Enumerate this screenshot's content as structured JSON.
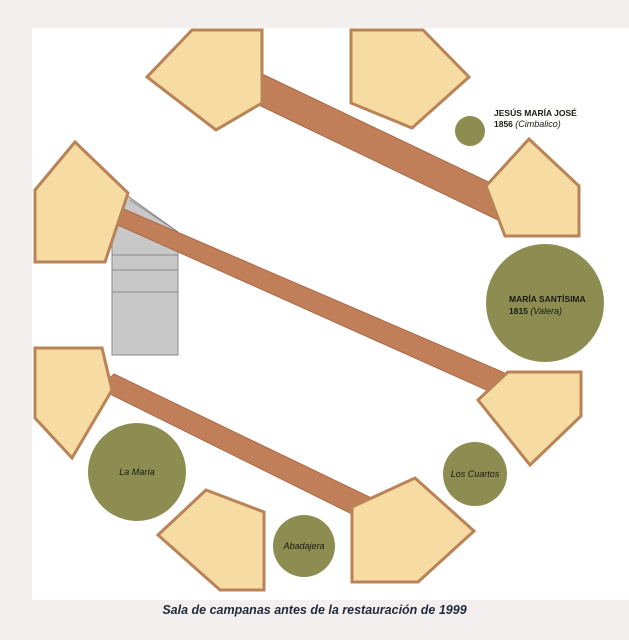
{
  "caption": "Sala de campanas antes de la restauración de 1999",
  "colors": {
    "background": "#ffffff",
    "page_margin": "#f4efef",
    "pillar_fill": "#f6dba2",
    "pillar_border": "#b98358",
    "beam": "#c07f59",
    "bell": "#8d8d52",
    "staircase": "#c8c8c8"
  },
  "bells": [
    {
      "id": "jesus",
      "name": "JESÚS MARÍA JOSÉ",
      "year": "1856",
      "maker": "(Cimbalico)"
    },
    {
      "id": "maria-santisima",
      "name": "MARÍA SANTÍSIMA",
      "year": "1815",
      "maker": "(Valera)"
    },
    {
      "id": "los-cuartos",
      "name": "Los Cuartos"
    },
    {
      "id": "la-maria",
      "name": "La María"
    },
    {
      "id": "abadajera",
      "name": "Abadajera"
    }
  ]
}
